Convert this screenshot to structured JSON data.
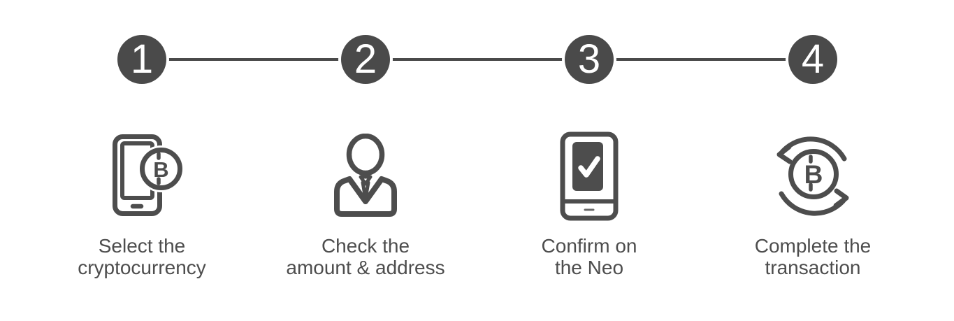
{
  "steps": [
    {
      "number": "1",
      "icon": "smartphone-bitcoin-icon",
      "label_line1": "Select the",
      "label_line2": "cryptocurrency"
    },
    {
      "number": "2",
      "icon": "person-tie-icon",
      "label_line1": "Check the",
      "label_line2": "amount & address"
    },
    {
      "number": "3",
      "icon": "device-checkmark-icon",
      "label_line1": "Confirm on",
      "label_line2": "the Neo"
    },
    {
      "number": "4",
      "icon": "bitcoin-refresh-icon",
      "label_line1": "Complete the",
      "label_line2": "transaction"
    }
  ],
  "glyphs": {
    "bitcoin": "B"
  },
  "colors": {
    "background": "#ffffff",
    "step_circle_fill": "#4a4a4a",
    "step_number": "#ffffff",
    "connector_line": "#4a4a4a",
    "icon_stroke": "#4d4d4d",
    "label_text": "#4d4d4d"
  }
}
